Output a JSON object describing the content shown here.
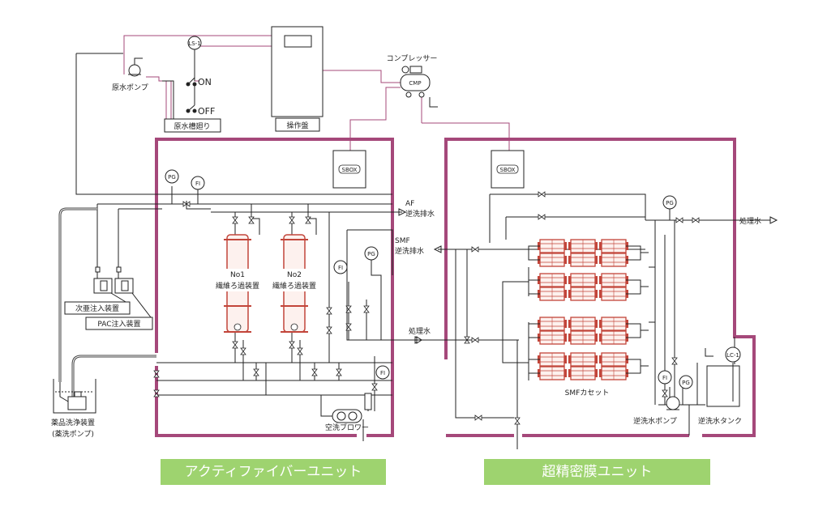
{
  "labels": {
    "raw_pump": "原水ポンプ",
    "raw_tank": "原水槽廻り",
    "ls1": "LS-1",
    "on": "ON",
    "off": "OFF",
    "control_panel": "操作盤",
    "compressor": "コンプレッサー",
    "comp_tag": "CMP",
    "sbox": "SBOX",
    "pg": "PG",
    "fi": "FI",
    "af_drain_1": "AF",
    "af_drain_2": "逆洗排水",
    "smf_drain_1": "SMF",
    "smf_drain_2": "逆洗排水",
    "treated_mid": "処理水",
    "treated_out": "処理水",
    "no1": "No1",
    "no2": "No2",
    "fiber_filter": "繊維ろ過装置",
    "hypo_injector": "次亜注入装置",
    "pac_injector": "PAC注入装置",
    "chem_wash_1": "薬品洗浄装置",
    "chem_wash_2": "(薬洗ポンプ)",
    "air_blower": "空洗ブロワー",
    "smf_cassette": "SMFカセット",
    "backwash_pump": "逆洗水ポンプ",
    "backwash_tank": "逆洗水タンク",
    "lc1": "LC-1"
  },
  "banners": {
    "left": "アクティファイバーユニット",
    "right": "超精密膜ユニット"
  },
  "colors": {
    "unit_frame": "#a5487a",
    "pipe": "#222222",
    "banner": "#9ed36f",
    "membrane": "#c2453a"
  }
}
